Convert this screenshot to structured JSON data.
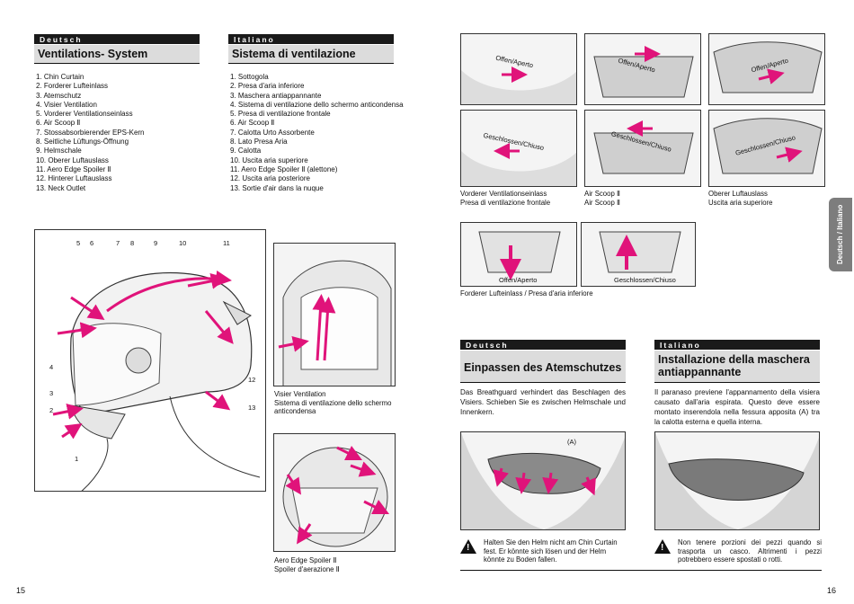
{
  "left_page": {
    "de_tag": "Deutsch",
    "de_title": "Ventilations- System",
    "de_list": [
      "1. Chin Curtain",
      "2. Forderer Lufteinlass",
      "3. Atemschutz",
      "4. Visier Ventilation",
      "5. Vorderer Ventilationseinlass",
      "6. Air Scoop Ⅱ",
      "7. Stossabsorbierender EPS-Kern",
      "8. Seitliche Lüftungs-Öffnung",
      "9. Helmschale",
      "10. Oberer Luftauslass",
      "11. Aero Edge Spoiler Ⅱ",
      "12. Hinterer Luftauslass",
      "13. Neck Outlet"
    ],
    "it_tag": "Italiano",
    "it_title": "Sistema di ventilazione",
    "it_list": [
      "1. Sottogola",
      "2. Presa d'aria inferiore",
      "3. Maschera antiappannante",
      "4. Sistema di ventilazione dello schermo anticondensa",
      "5. Presa di ventilazione frontale",
      "6. Air Scoop Ⅱ",
      "7. Calotta Urto Assorbente",
      "8. Lato Presa Aria",
      "9. Calotta",
      "10. Uscita aria superiore",
      "11. Aero Edge Spoiler Ⅱ (alettone)",
      "12. Uscita aria posteriore",
      "13. Sortie d'air dans la nuque"
    ],
    "diagram_numbers_top": [
      "5",
      "6",
      "7",
      "8",
      "9",
      "10",
      "11"
    ],
    "diagram_numbers_left": [
      "4",
      "3",
      "2",
      "1"
    ],
    "diagram_numbers_right": [
      "12",
      "13"
    ],
    "visor_caption": [
      "Visier Ventilation",
      "Sistema di ventilazione dello schermo",
      "anticondensa"
    ],
    "spoiler_caption": [
      "Aero Edge Spoiler Ⅱ",
      "Spoiler d'aerazione Ⅱ"
    ],
    "page_number": "15"
  },
  "right_page": {
    "photo_labels": {
      "open": "Offen/Aperto",
      "closed": "Geschlossen/Chiuso"
    },
    "captions": {
      "front_vent": [
        "Vorderer Ventilationseinlass",
        "Presa di ventilazione frontale"
      ],
      "air_scoop": [
        "Air Scoop Ⅱ",
        "Air Scoop Ⅱ"
      ],
      "top_outlet": [
        "Oberer Luftauslass",
        "Uscita aria superiore"
      ],
      "lower_inlet": "Forderer Lufteinlass / Presa d'aria inferiore"
    },
    "side_tab": "Deutsch / Italiano",
    "de_tag": "Deutsch",
    "de_title": "Einpassen des Atemschutzes",
    "de_body": "Das Breathguard verhindert das Beschlagen des Visiers. Schieben Sie es zwischen Helmschale und Innenkern.",
    "it_tag": "Italiano",
    "it_title": "Installazione della maschera antiappannante",
    "it_body": "Il paranaso previene l'appannamento della visiera causato dall'aria espirata. Questo deve essere montato inserendola nella fessura apposita (A) tra la calotta esterna e quella interna.",
    "a_label": "(A)",
    "de_warning": "Halten Sie den Helm nicht am Chin Curtain fest. Er könnte sich lösen und der Helm könnte zu Boden fallen.",
    "it_warning": "Non tenere porzioni dei pezzi quando si trasporta un casco. Altrimenti i pezzi potrebbero essere spostati o rotti.",
    "page_number": "16"
  },
  "colors": {
    "arrow": "#e0137a",
    "tag": "#1a1a1a",
    "header_bg": "#dcdcdc",
    "side_tab": "#7d7d7d"
  }
}
